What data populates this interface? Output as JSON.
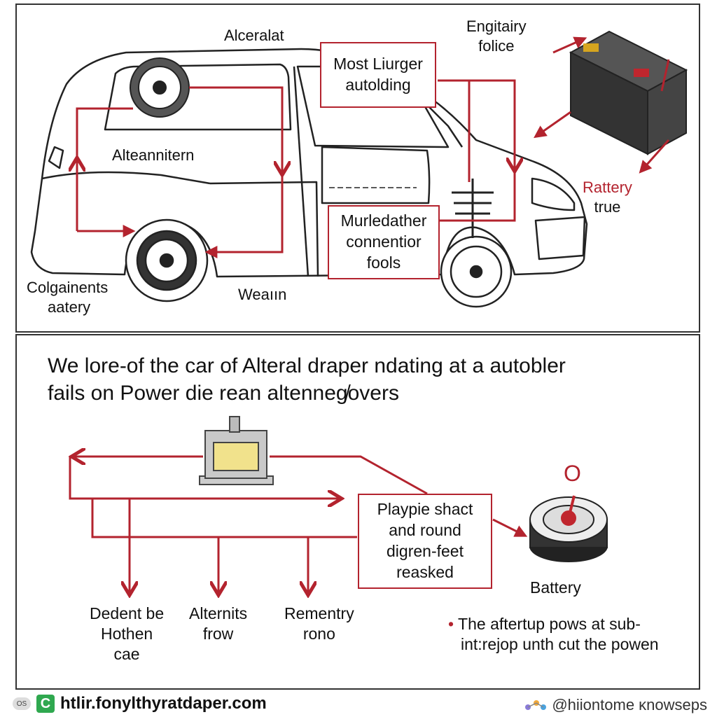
{
  "top_diagram": {
    "labels": {
      "alternator_top": "Alceralat",
      "engine_fuse": [
        "Engitairy",
        "folice"
      ],
      "alternator_mid": "Alteannitern",
      "battery_right": [
        "Rattery",
        "true"
      ],
      "rear_left": [
        "Colgainents",
        "aatery"
      ],
      "wheel_bottom": "Weaıın"
    },
    "boxes": {
      "box1": [
        "Most Liurger",
        "autolding"
      ],
      "box2": [
        "Murledather",
        "connentior",
        "fools"
      ]
    }
  },
  "headline": [
    "We lore-of the car of Alteral draper ndating at a autobler",
    "fails on Power die rean altenneg̸overs"
  ],
  "bottom_diagram": {
    "box": [
      "Playpie shact",
      "and round",
      "digren-feet",
      "reasked"
    ],
    "battery_label": "Battery",
    "bottom_labels": {
      "left": [
        "Dedent be",
        "Hothen",
        "cae"
      ],
      "mid": [
        "Alternits",
        "frow"
      ],
      "right": [
        "Rementry",
        "rono"
      ]
    },
    "note": [
      "The aftertup pows at sub-",
      "int:rejop unth cut the powen"
    ],
    "note_bullet": "•",
    "symbol": "O"
  },
  "footer": {
    "badge_os": "OS",
    "badge_c": "C",
    "url": "htlir.fonylthyratdaper.com",
    "credit": "@hiiontome ĸnowseps"
  },
  "colors": {
    "accent_red": "#b3232e",
    "border": "#333333"
  }
}
